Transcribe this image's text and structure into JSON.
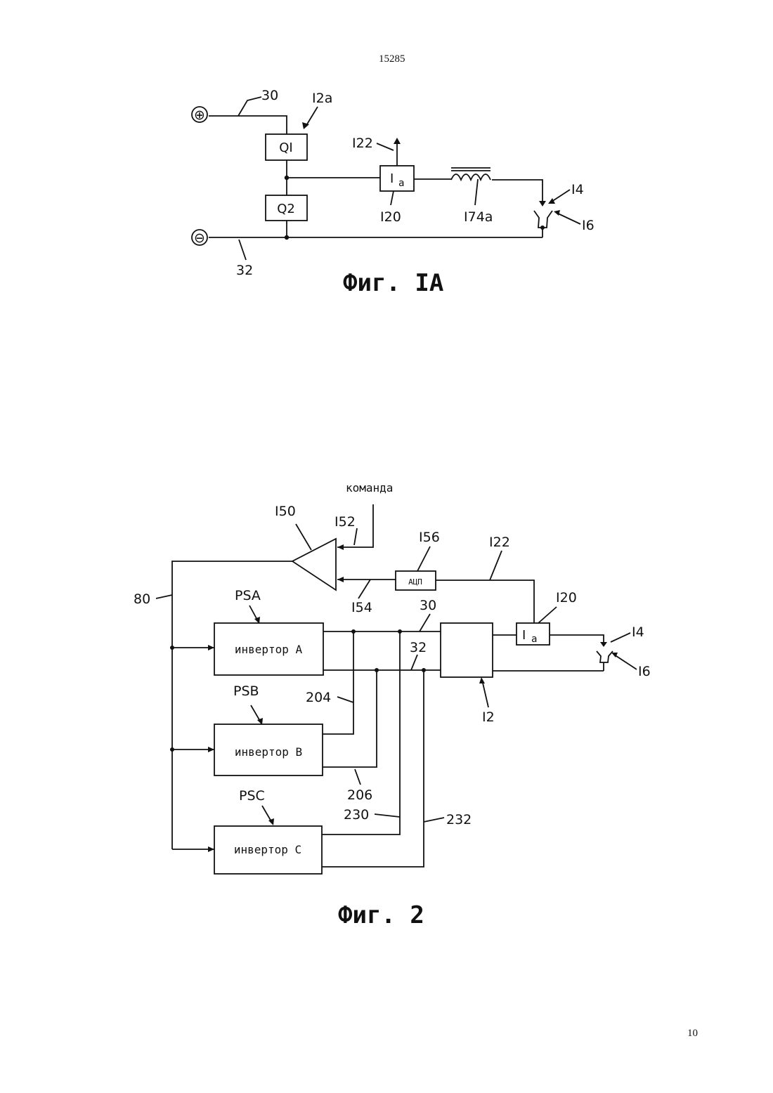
{
  "page": {
    "doc_number": "15285",
    "page_number": "10"
  },
  "fig1a": {
    "caption": "Фиг. IA",
    "plus": "⊕",
    "minus": "⊖",
    "labels": {
      "l30": "30",
      "l12a": "I2a",
      "q1": "QI",
      "q2": "Q2",
      "l122": "I22",
      "ia_main": "I",
      "ia_sub": "a",
      "l120": "I20",
      "l174a": "I74a",
      "l14": "I4",
      "l16": "I6",
      "l32": "32"
    }
  },
  "fig2": {
    "caption": "Фиг. 2",
    "labels": {
      "command": "команда",
      "l150": "I50",
      "l152": "I52",
      "l156": "I56",
      "l122": "I22",
      "acp": "АЦП",
      "l80": "80",
      "psa": "PSA",
      "l154": "I54",
      "l30": "30",
      "l120": "I20",
      "inv_a": "инвертор A",
      "l32": "32",
      "ia_main": "I",
      "ia_sub": "a",
      "l14": "I4",
      "l16": "I6",
      "psb": "PSB",
      "l204": "204",
      "l12": "I2",
      "inv_b": "инвертор B",
      "l206": "206",
      "psc": "PSC",
      "l230": "230",
      "l232": "232",
      "inv_c": "инвертор C"
    }
  }
}
